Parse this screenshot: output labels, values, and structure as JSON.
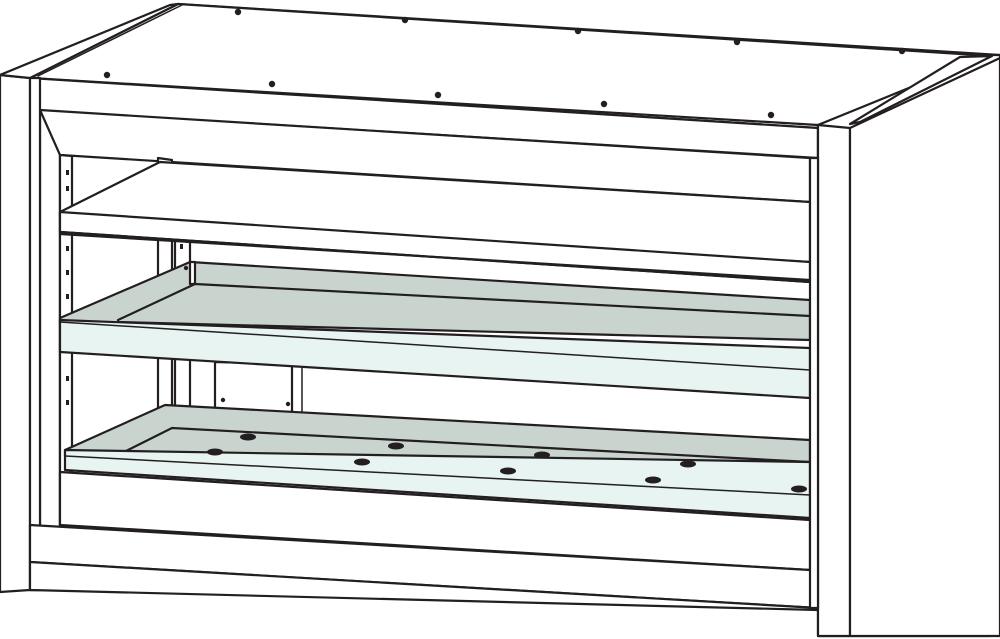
{
  "colors": {
    "outline": "#231f20",
    "cabinet_fill": "#ffffff",
    "tray_surface": "#c9d4cf",
    "tray_front": "#e8f4f2"
  },
  "illustration": {
    "kind": "line-drawing",
    "shelf_count": 1,
    "tray_count": 2,
    "visible_text": []
  }
}
